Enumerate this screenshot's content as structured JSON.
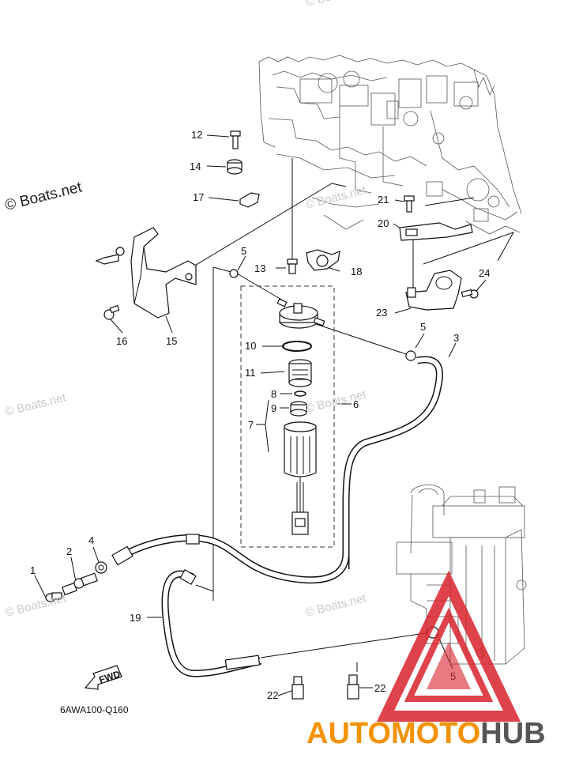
{
  "watermark_main": "© Boats.net",
  "watermark_faint": "© Boats.net",
  "diagram_code": "6AWA100-Q160",
  "fwd_label": "FWD",
  "logo": {
    "part1": "AUTO",
    "part2": "MOTO",
    "part3": "HUB"
  },
  "callouts": {
    "c1": "1",
    "c2": "2",
    "c3": "3",
    "c4": "4",
    "c5a": "5",
    "c5b": "5",
    "c5c": "5",
    "c6": "6",
    "c7": "7",
    "c8": "8",
    "c9": "9",
    "c10": "10",
    "c11": "11",
    "c12": "12",
    "c13": "13",
    "c14": "14",
    "c15": "15",
    "c16": "16",
    "c17": "17",
    "c18": "18",
    "c19": "19",
    "c20": "20",
    "c21": "21",
    "c22a": "22",
    "c22b": "22",
    "c23": "23",
    "c24": "24"
  },
  "colors": {
    "line": "#111111",
    "logo_gray": "#555555",
    "logo_orange": "#f39200",
    "triangle_red": "#d9232d"
  }
}
